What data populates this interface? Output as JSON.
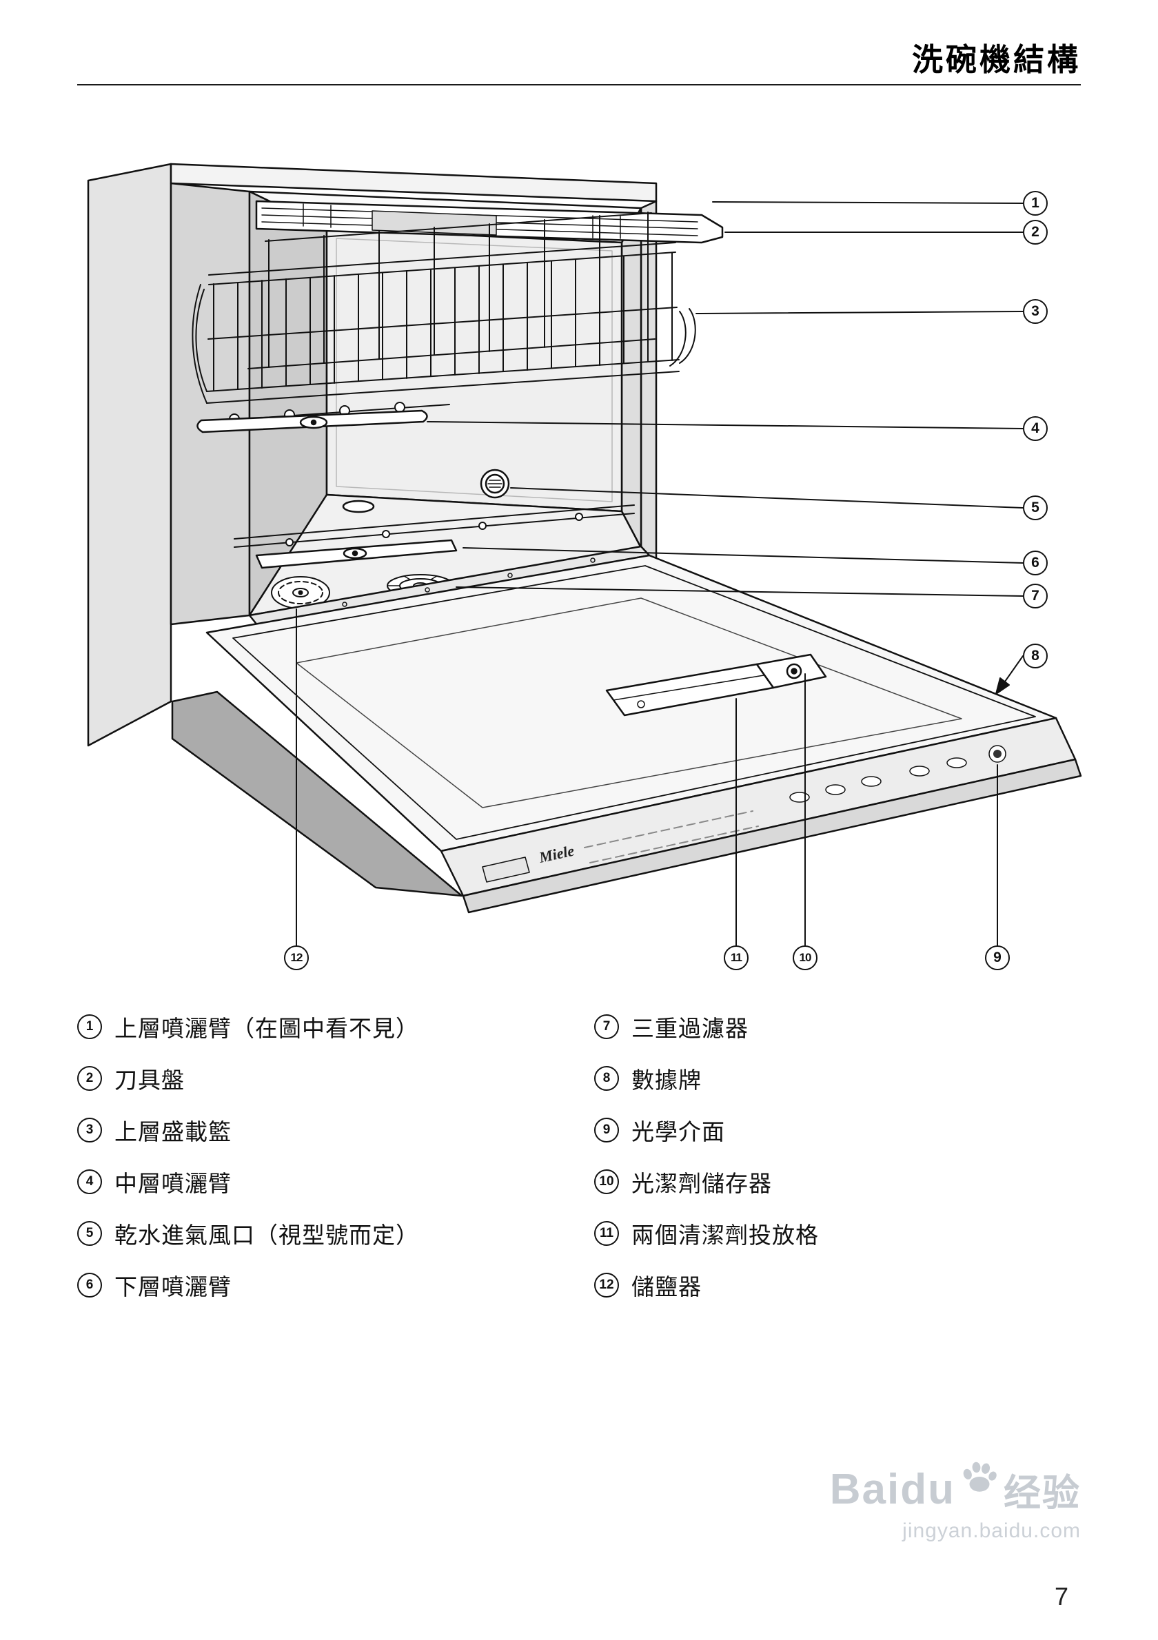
{
  "header": {
    "title": "洗碗機結構"
  },
  "callouts": [
    "1",
    "2",
    "3",
    "4",
    "5",
    "6",
    "7",
    "8",
    "9",
    "10",
    "11",
    "12"
  ],
  "legend": {
    "left": [
      {
        "num": "1",
        "label": "上層噴灑臂（在圖中看不見）"
      },
      {
        "num": "2",
        "label": "刀具盤"
      },
      {
        "num": "3",
        "label": "上層盛載籃"
      },
      {
        "num": "4",
        "label": "中層噴灑臂"
      },
      {
        "num": "5",
        "label": "乾水進氣風口（視型號而定）"
      },
      {
        "num": "6",
        "label": "下層噴灑臂"
      }
    ],
    "right": [
      {
        "num": "7",
        "label": "三重過濾器"
      },
      {
        "num": "8",
        "label": "數據牌"
      },
      {
        "num": "9",
        "label": "光學介面"
      },
      {
        "num": "10",
        "label": "光潔劑儲存器"
      },
      {
        "num": "11",
        "label": "兩個清潔劑投放格"
      },
      {
        "num": "12",
        "label": "儲鹽器"
      }
    ]
  },
  "diagram": {
    "brand": "Miele"
  },
  "watermark": {
    "brand": "Baidu",
    "suffix": "经验",
    "url": "jingyan.baidu.com"
  },
  "page_number": "7"
}
